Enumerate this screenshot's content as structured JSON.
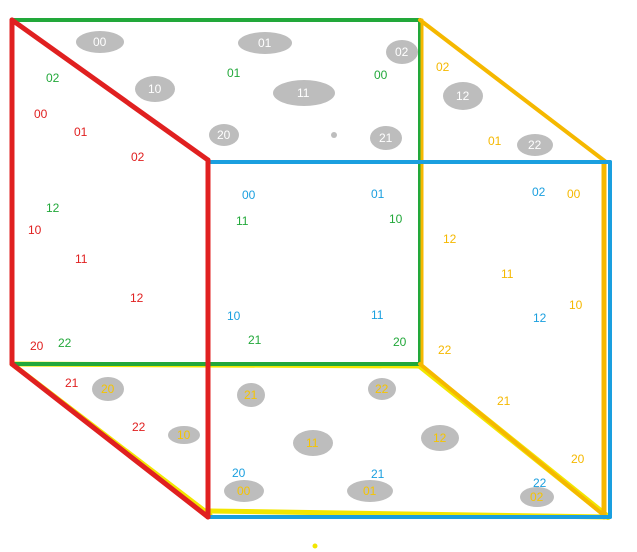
{
  "colors": {
    "red": "#e02020",
    "green": "#22a83a",
    "blue": "#1a9fdf",
    "orange": "#f5b800",
    "yellow": "#f2e600",
    "blob": "#bdbdbd",
    "blob_text": "#ffffff",
    "blob_text_orange": "#f5c400"
  },
  "labels": [
    {
      "text": "02",
      "color": "green"
    },
    {
      "text": "00",
      "color": "red"
    },
    {
      "text": "01",
      "color": "red"
    },
    {
      "text": "02",
      "color": "red"
    },
    {
      "text": "01",
      "color": "green"
    },
    {
      "text": "00",
      "color": "green"
    },
    {
      "text": "02",
      "color": "orange"
    },
    {
      "text": "01",
      "color": "orange"
    },
    {
      "text": "12",
      "color": "green"
    },
    {
      "text": "10",
      "color": "red"
    },
    {
      "text": "11",
      "color": "red"
    },
    {
      "text": "12",
      "color": "red"
    },
    {
      "text": "20",
      "color": "red"
    },
    {
      "text": "22",
      "color": "green"
    },
    {
      "text": "00",
      "color": "blue"
    },
    {
      "text": "11",
      "color": "green"
    },
    {
      "text": "01",
      "color": "blue"
    },
    {
      "text": "10",
      "color": "green"
    },
    {
      "text": "10",
      "color": "blue"
    },
    {
      "text": "21",
      "color": "green"
    },
    {
      "text": "11",
      "color": "blue"
    },
    {
      "text": "20",
      "color": "green"
    },
    {
      "text": "02",
      "color": "blue"
    },
    {
      "text": "00",
      "color": "orange"
    },
    {
      "text": "12",
      "color": "orange"
    },
    {
      "text": "11",
      "color": "orange"
    },
    {
      "text": "10",
      "color": "orange"
    },
    {
      "text": "12",
      "color": "blue"
    },
    {
      "text": "22",
      "color": "orange"
    },
    {
      "text": "21",
      "color": "orange"
    },
    {
      "text": "20",
      "color": "orange"
    },
    {
      "text": "22",
      "color": "blue"
    },
    {
      "text": "21",
      "color": "red"
    },
    {
      "text": "22",
      "color": "red"
    },
    {
      "text": "20",
      "color": "blue"
    },
    {
      "text": "21",
      "color": "blue"
    }
  ],
  "blobs": [
    {
      "text": "00",
      "text_color": "blob_text"
    },
    {
      "text": "01",
      "text_color": "blob_text"
    },
    {
      "text": "02",
      "text_color": "blob_text"
    },
    {
      "text": "10",
      "text_color": "blob_text"
    },
    {
      "text": "11",
      "text_color": "blob_text"
    },
    {
      "text": "12",
      "text_color": "blob_text"
    },
    {
      "text": "20",
      "text_color": "blob_text"
    },
    {
      "text": "21",
      "text_color": "blob_text"
    },
    {
      "text": "22",
      "text_color": "blob_text"
    },
    {
      "text": "20",
      "text_color": "blob_text_orange"
    },
    {
      "text": "10",
      "text_color": "blob_text_orange"
    },
    {
      "text": "21",
      "text_color": "blob_text_orange"
    },
    {
      "text": "22",
      "text_color": "blob_text_orange"
    },
    {
      "text": "11",
      "text_color": "blob_text_orange"
    },
    {
      "text": "12",
      "text_color": "blob_text_orange"
    },
    {
      "text": "00",
      "text_color": "blob_text_orange"
    },
    {
      "text": "01",
      "text_color": "blob_text_orange"
    },
    {
      "text": "02",
      "text_color": "blob_text_orange"
    }
  ]
}
